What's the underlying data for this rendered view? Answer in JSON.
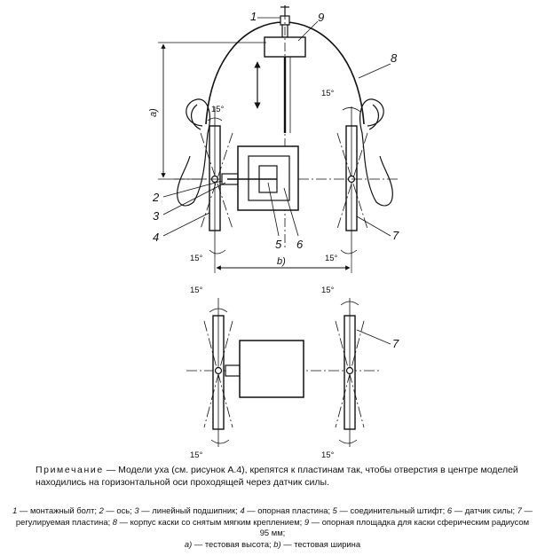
{
  "figure": {
    "callouts": [
      "1",
      "2",
      "3",
      "4",
      "5",
      "6",
      "7",
      "8",
      "9"
    ],
    "angle_label": "15°",
    "dim_height": "a)",
    "dim_width": "b)"
  },
  "note": {
    "lead": "Примечание",
    "text": " — Модели уха (см. рисунок А.4), крепятся к пластинам так, чтобы отверстия в центре моделей находились на горизонтальной оси проходящей через датчик силы."
  },
  "legend": {
    "items": [
      {
        "num": "1",
        "text": "монтажный болт"
      },
      {
        "num": "2",
        "text": "ось"
      },
      {
        "num": "3",
        "text": "линейный подшипник"
      },
      {
        "num": "4",
        "text": "опорная пластина"
      },
      {
        "num": "5",
        "text": "соединительный штифт"
      },
      {
        "num": "6",
        "text": "датчик силы"
      },
      {
        "num": "7",
        "text": "регулируемая пластина"
      },
      {
        "num": "8",
        "text": "корпус каски со снятым мягким креплением"
      },
      {
        "num": "9",
        "text": "опорная площадка для каски сферическим радиусом 95 мм"
      }
    ],
    "dims": [
      {
        "num": "a)",
        "text": "тестовая высота"
      },
      {
        "num": "b)",
        "text": "тестовая ширина"
      }
    ]
  }
}
